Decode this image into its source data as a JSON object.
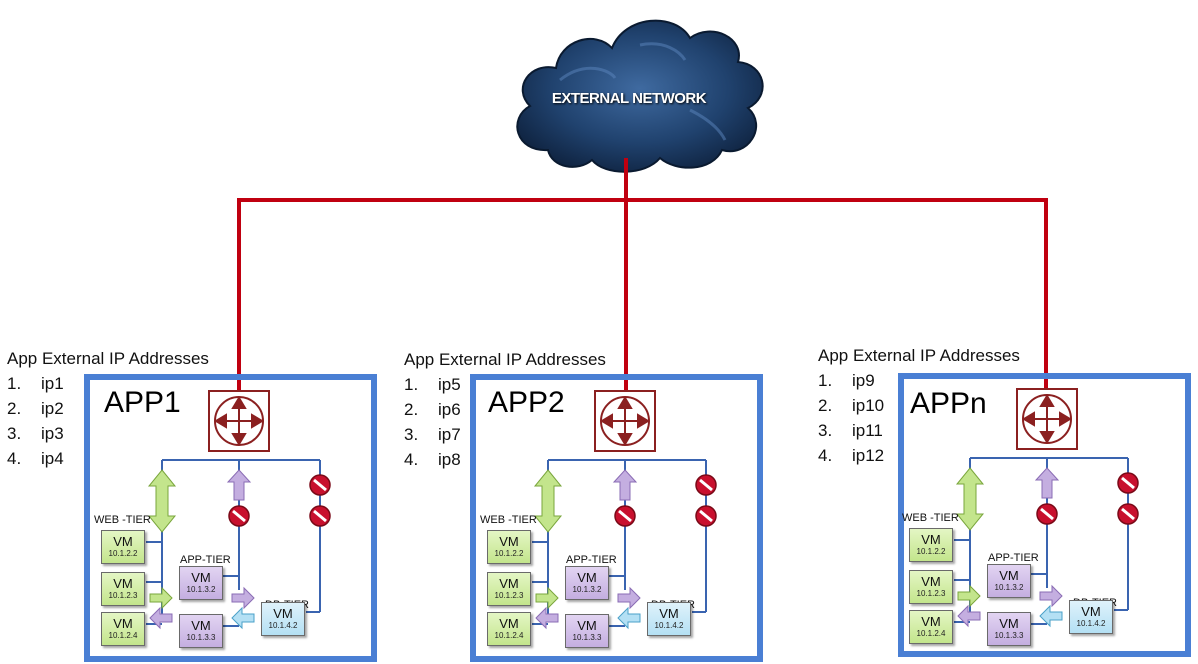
{
  "cloud": {
    "label": "EXTERNAL NETWORK",
    "icon": "cloud-icon"
  },
  "colors": {
    "link": "#c00010",
    "box_border": "#4a7fd4",
    "router_border": "#8b2020",
    "router_arrow": "#8b2020",
    "web": "#c3e58c",
    "app": "#c4aee0",
    "db": "#b4e0f4",
    "wire": "#3a64b0",
    "block": "#c8102e"
  },
  "apps": [
    {
      "name": "APP1",
      "ip_title": "App External IP Addresses",
      "ips": [
        {
          "num": "1.",
          "value": "ip1"
        },
        {
          "num": "2.",
          "value": "ip2"
        },
        {
          "num": "3.",
          "value": "ip3"
        },
        {
          "num": "4.",
          "value": "ip4"
        }
      ],
      "tiers": {
        "web": "WEB -TIER",
        "app": "APP-TIER",
        "db": "DB-TIER"
      },
      "vms": {
        "web1": {
          "label": "VM",
          "ip": "10.1.2.2"
        },
        "web2": {
          "label": "VM",
          "ip": "10.1.2.3"
        },
        "web3": {
          "label": "VM",
          "ip": "10.1.2.4"
        },
        "app1": {
          "label": "VM",
          "ip": "10.1.3.2"
        },
        "app2": {
          "label": "VM",
          "ip": "10.1.3.3"
        },
        "db1": {
          "label": "VM",
          "ip": "10.1.4.2"
        }
      }
    },
    {
      "name": "APP2",
      "ip_title": "App External IP Addresses",
      "ips": [
        {
          "num": "1.",
          "value": "ip5"
        },
        {
          "num": "2.",
          "value": "ip6"
        },
        {
          "num": "3.",
          "value": "ip7"
        },
        {
          "num": "4.",
          "value": "ip8"
        }
      ],
      "tiers": {
        "web": "WEB -TIER",
        "app": "APP-TIER",
        "db": "DB-TIER"
      },
      "vms": {
        "web1": {
          "label": "VM",
          "ip": "10.1.2.2"
        },
        "web2": {
          "label": "VM",
          "ip": "10.1.2.3"
        },
        "web3": {
          "label": "VM",
          "ip": "10.1.2.4"
        },
        "app1": {
          "label": "VM",
          "ip": "10.1.3.2"
        },
        "app2": {
          "label": "VM",
          "ip": "10.1.3.3"
        },
        "db1": {
          "label": "VM",
          "ip": "10.1.4.2"
        }
      }
    },
    {
      "name": "APPn",
      "ip_title": "App External IP Addresses",
      "ips": [
        {
          "num": "1.",
          "value": "ip9"
        },
        {
          "num": "2.",
          "value": "ip10"
        },
        {
          "num": "3.",
          "value": "ip11"
        },
        {
          "num": "4.",
          "value": "ip12"
        }
      ],
      "tiers": {
        "web": "WEB -TIER",
        "app": "APP-TIER",
        "db": "DB-TIER"
      },
      "vms": {
        "web1": {
          "label": "VM",
          "ip": "10.1.2.2"
        },
        "web2": {
          "label": "VM",
          "ip": "10.1.2.3"
        },
        "web3": {
          "label": "VM",
          "ip": "10.1.2.4"
        },
        "app1": {
          "label": "VM",
          "ip": "10.1.3.2"
        },
        "app2": {
          "label": "VM",
          "ip": "10.1.3.3"
        },
        "db1": {
          "label": "VM",
          "ip": "10.1.4.2"
        }
      }
    }
  ]
}
